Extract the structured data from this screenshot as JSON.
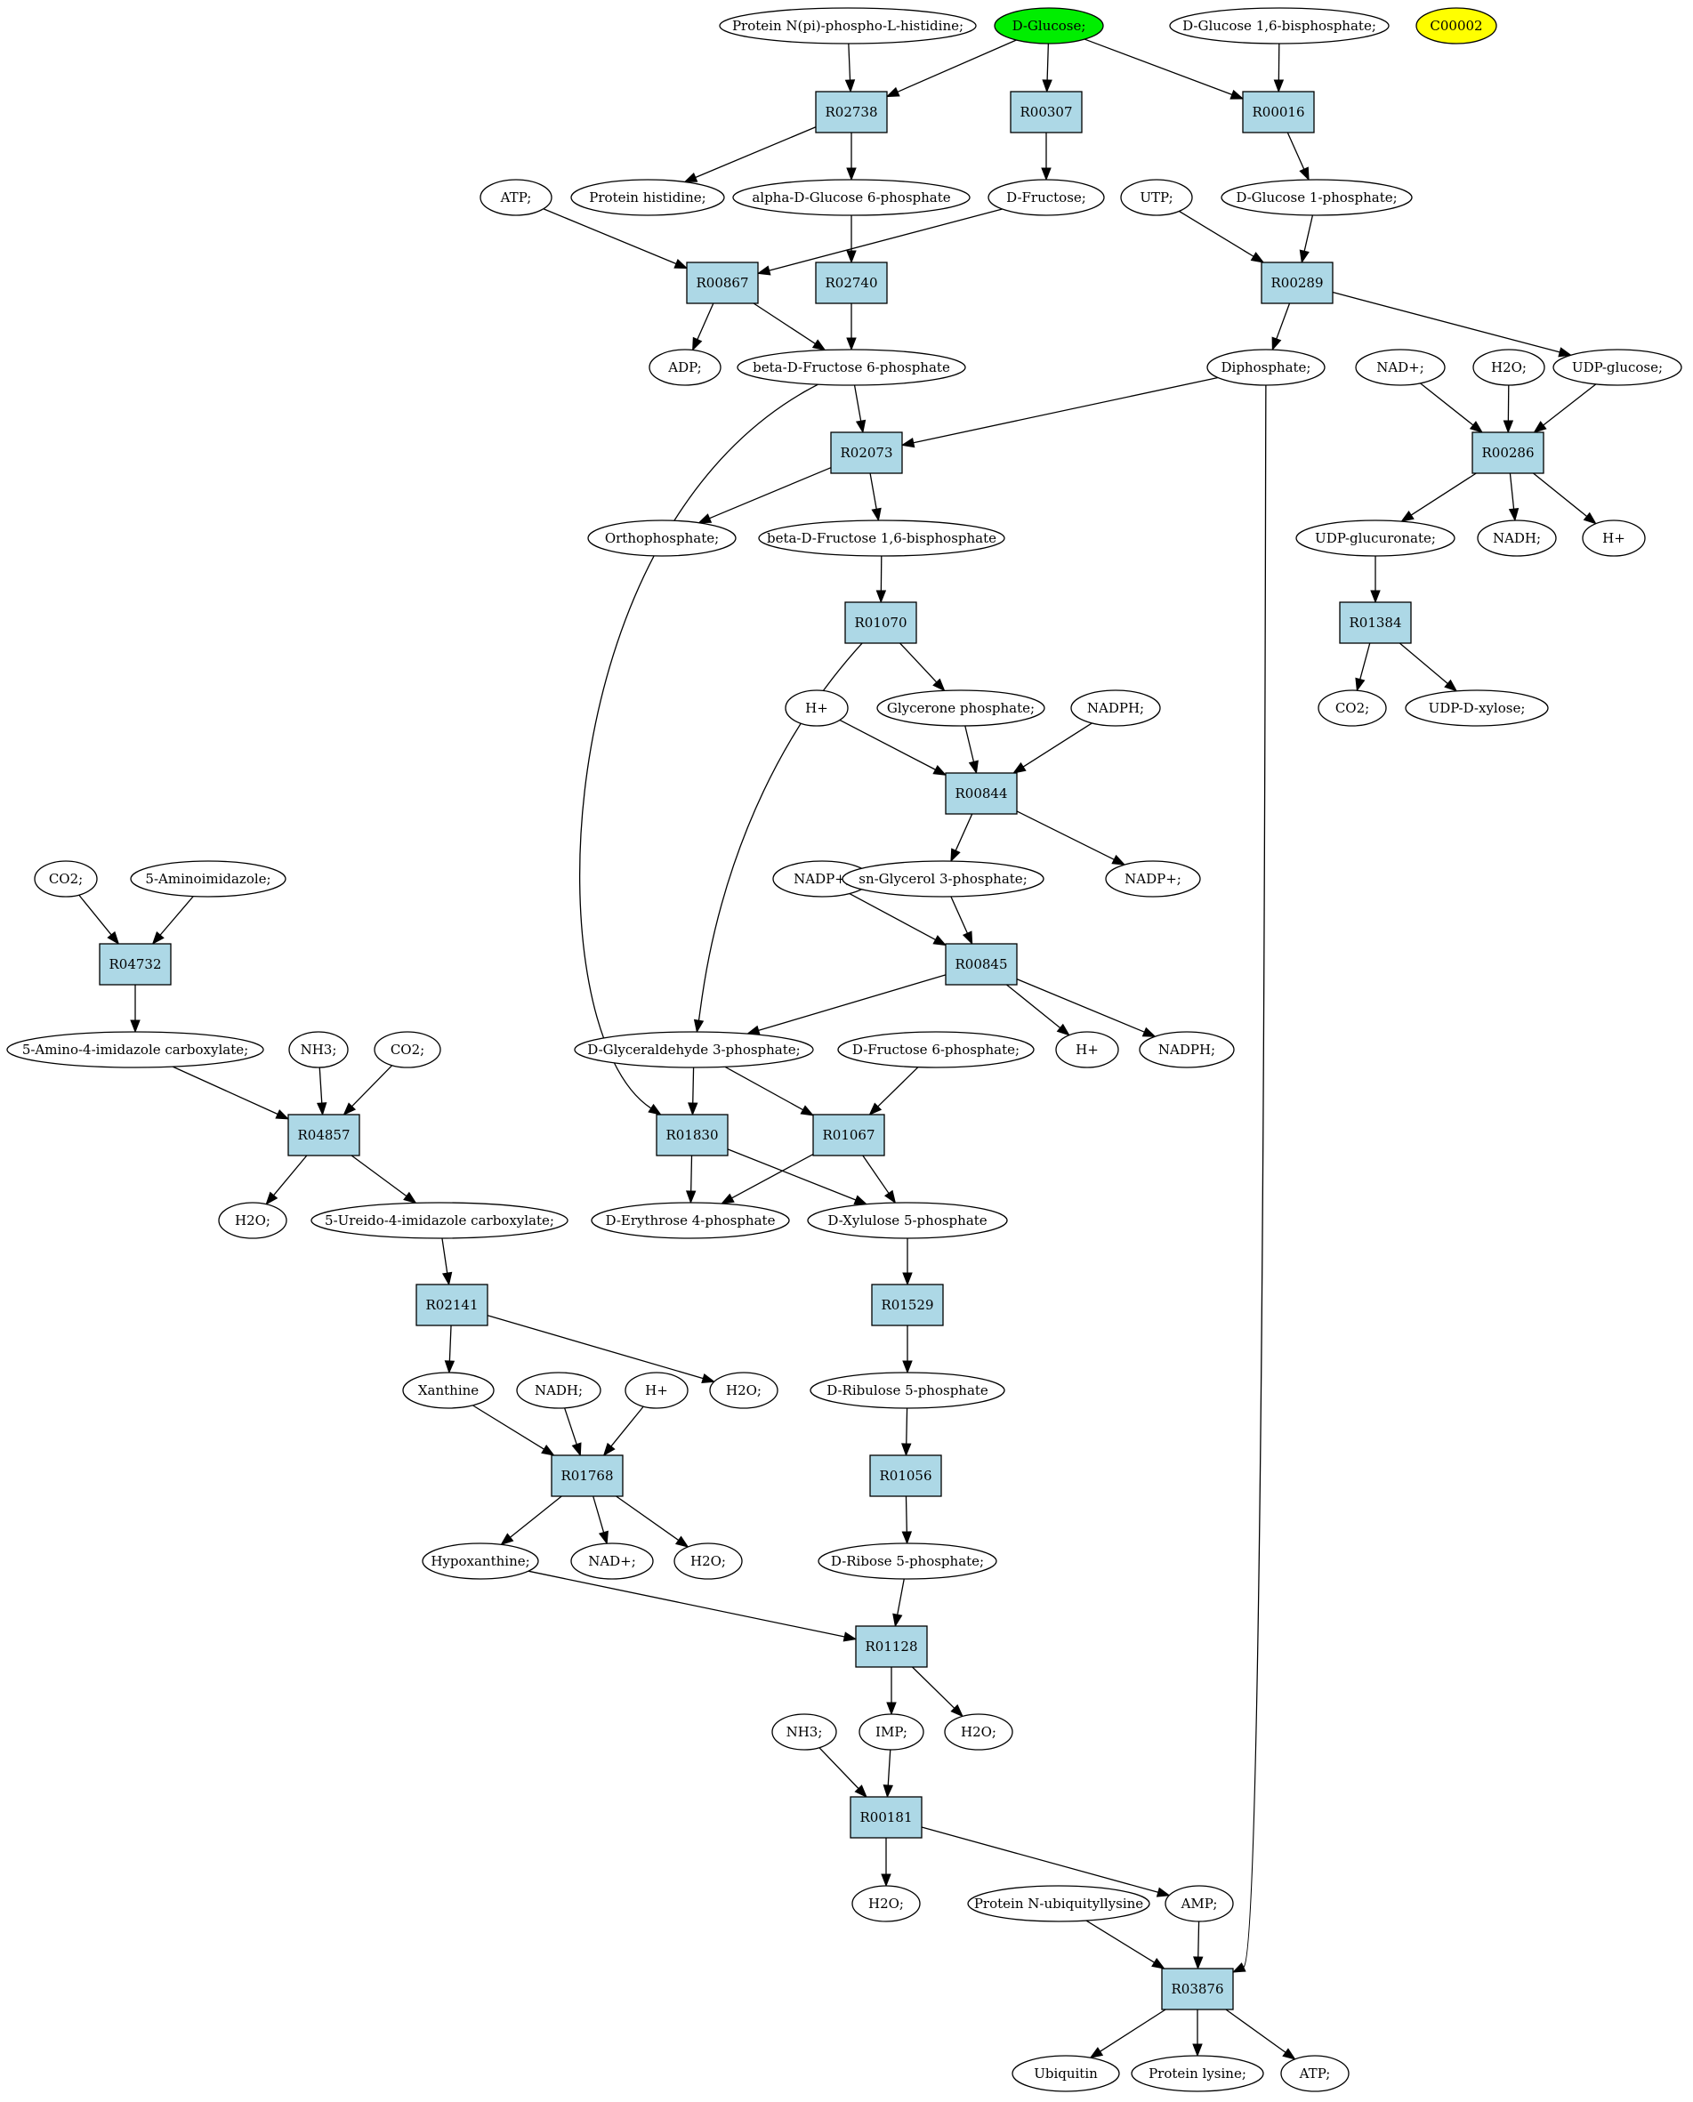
{
  "colors": {
    "reaction_fill": "#add8e6",
    "compound_fill": "#ffffff",
    "highlight_green": "#00ee00",
    "highlight_yellow": "#ffff00",
    "stroke": "#000000"
  },
  "nodes": [
    {
      "id": "n1",
      "type": "compound",
      "label": "Protein N(pi)-phospho-L-histidine;"
    },
    {
      "id": "n2",
      "type": "compound",
      "label": "D-Glucose;",
      "highlight": "green"
    },
    {
      "id": "n3",
      "type": "compound",
      "label": "D-Glucose 1,6-bisphosphate;"
    },
    {
      "id": "n4",
      "type": "compound",
      "label": "C00002",
      "highlight": "yellow"
    },
    {
      "id": "n5",
      "type": "reaction",
      "label": "R02738"
    },
    {
      "id": "n6",
      "type": "reaction",
      "label": "R00307"
    },
    {
      "id": "n7",
      "type": "reaction",
      "label": "R00016"
    },
    {
      "id": "n8",
      "type": "compound",
      "label": "ATP;"
    },
    {
      "id": "n9",
      "type": "compound",
      "label": "Protein histidine;"
    },
    {
      "id": "n10",
      "type": "compound",
      "label": "alpha-D-Glucose 6-phosphate"
    },
    {
      "id": "n11",
      "type": "compound",
      "label": "D-Fructose;"
    },
    {
      "id": "n12",
      "type": "compound",
      "label": "UTP;"
    },
    {
      "id": "n13",
      "type": "compound",
      "label": "D-Glucose 1-phosphate;"
    },
    {
      "id": "n14",
      "type": "reaction",
      "label": "R00867"
    },
    {
      "id": "n15",
      "type": "reaction",
      "label": "R02740"
    },
    {
      "id": "n16",
      "type": "reaction",
      "label": "R00289"
    },
    {
      "id": "n17",
      "type": "compound",
      "label": "ADP;"
    },
    {
      "id": "n18",
      "type": "compound",
      "label": "beta-D-Fructose 6-phosphate"
    },
    {
      "id": "n19",
      "type": "compound",
      "label": "Diphosphate;"
    },
    {
      "id": "n20",
      "type": "compound",
      "label": "NAD+;"
    },
    {
      "id": "n21",
      "type": "compound",
      "label": "H2O;"
    },
    {
      "id": "n22",
      "type": "compound",
      "label": "UDP-glucose;"
    },
    {
      "id": "n23",
      "type": "reaction",
      "label": "R02073"
    },
    {
      "id": "n24",
      "type": "reaction",
      "label": "R00286"
    },
    {
      "id": "n25",
      "type": "compound",
      "label": "Orthophosphate;"
    },
    {
      "id": "n26",
      "type": "compound",
      "label": "beta-D-Fructose 1,6-bisphosphate"
    },
    {
      "id": "n27",
      "type": "compound",
      "label": "UDP-glucuronate;"
    },
    {
      "id": "n28",
      "type": "compound",
      "label": "NADH;"
    },
    {
      "id": "n29",
      "type": "compound",
      "label": "H+"
    },
    {
      "id": "n30",
      "type": "reaction",
      "label": "R01070"
    },
    {
      "id": "n31",
      "type": "reaction",
      "label": "R01384"
    },
    {
      "id": "n32",
      "type": "compound",
      "label": "H+"
    },
    {
      "id": "n33",
      "type": "compound",
      "label": "Glycerone phosphate;"
    },
    {
      "id": "n34",
      "type": "compound",
      "label": "NADPH;"
    },
    {
      "id": "n35",
      "type": "compound",
      "label": "CO2;"
    },
    {
      "id": "n36",
      "type": "compound",
      "label": "UDP-D-xylose;"
    },
    {
      "id": "n37",
      "type": "reaction",
      "label": "R00844"
    },
    {
      "id": "n38",
      "type": "compound",
      "label": "CO2;"
    },
    {
      "id": "n39",
      "type": "compound",
      "label": "5-Aminoimidazole;"
    },
    {
      "id": "n40",
      "type": "compound",
      "label": "NADP+;"
    },
    {
      "id": "n41",
      "type": "compound",
      "label": "sn-Glycerol 3-phosphate;"
    },
    {
      "id": "n42",
      "type": "compound",
      "label": "NADP+;"
    },
    {
      "id": "n43",
      "type": "reaction",
      "label": "R04732"
    },
    {
      "id": "n44",
      "type": "reaction",
      "label": "R00845"
    },
    {
      "id": "n45",
      "type": "compound",
      "label": "5-Amino-4-imidazole carboxylate;"
    },
    {
      "id": "n46",
      "type": "compound",
      "label": "NH3;"
    },
    {
      "id": "n47",
      "type": "compound",
      "label": "CO2;"
    },
    {
      "id": "n48",
      "type": "compound",
      "label": "D-Glyceraldehyde 3-phosphate;"
    },
    {
      "id": "n49",
      "type": "compound",
      "label": "D-Fructose 6-phosphate;"
    },
    {
      "id": "n50",
      "type": "compound",
      "label": "H+"
    },
    {
      "id": "n51",
      "type": "compound",
      "label": "NADPH;"
    },
    {
      "id": "n52",
      "type": "reaction",
      "label": "R04857"
    },
    {
      "id": "n53",
      "type": "reaction",
      "label": "R01830"
    },
    {
      "id": "n54",
      "type": "reaction",
      "label": "R01067"
    },
    {
      "id": "n55",
      "type": "compound",
      "label": "H2O;"
    },
    {
      "id": "n56",
      "type": "compound",
      "label": "5-Ureido-4-imidazole carboxylate;"
    },
    {
      "id": "n57",
      "type": "compound",
      "label": "D-Erythrose 4-phosphate"
    },
    {
      "id": "n58",
      "type": "compound",
      "label": "D-Xylulose 5-phosphate"
    },
    {
      "id": "n59",
      "type": "reaction",
      "label": "R02141"
    },
    {
      "id": "n60",
      "type": "reaction",
      "label": "R01529"
    },
    {
      "id": "n61",
      "type": "compound",
      "label": "Xanthine"
    },
    {
      "id": "n62",
      "type": "compound",
      "label": "NADH;"
    },
    {
      "id": "n63",
      "type": "compound",
      "label": "H+"
    },
    {
      "id": "n64",
      "type": "compound",
      "label": "H2O;"
    },
    {
      "id": "n65",
      "type": "compound",
      "label": "D-Ribulose 5-phosphate"
    },
    {
      "id": "n66",
      "type": "reaction",
      "label": "R01768"
    },
    {
      "id": "n67",
      "type": "reaction",
      "label": "R01056"
    },
    {
      "id": "n68",
      "type": "compound",
      "label": "Hypoxanthine;"
    },
    {
      "id": "n69",
      "type": "compound",
      "label": "NAD+;"
    },
    {
      "id": "n70",
      "type": "compound",
      "label": "H2O;"
    },
    {
      "id": "n71",
      "type": "compound",
      "label": "D-Ribose 5-phosphate;"
    },
    {
      "id": "n72",
      "type": "reaction",
      "label": "R01128"
    },
    {
      "id": "n73",
      "type": "compound",
      "label": "NH3;"
    },
    {
      "id": "n74",
      "type": "compound",
      "label": "IMP;"
    },
    {
      "id": "n75",
      "type": "compound",
      "label": "H2O;"
    },
    {
      "id": "n76",
      "type": "reaction",
      "label": "R00181"
    },
    {
      "id": "n77",
      "type": "compound",
      "label": "H2O;"
    },
    {
      "id": "n78",
      "type": "compound",
      "label": "Protein N-ubiquityllysine"
    },
    {
      "id": "n79",
      "type": "compound",
      "label": "AMP;"
    },
    {
      "id": "n80",
      "type": "reaction",
      "label": "R03876"
    },
    {
      "id": "n81",
      "type": "compound",
      "label": "Ubiquitin"
    },
    {
      "id": "n82",
      "type": "compound",
      "label": "Protein lysine;"
    },
    {
      "id": "n83",
      "type": "compound",
      "label": "ATP;"
    }
  ],
  "edges": [
    [
      "n1",
      "n5"
    ],
    [
      "n2",
      "n5"
    ],
    [
      "n2",
      "n6"
    ],
    [
      "n2",
      "n7"
    ],
    [
      "n3",
      "n7"
    ],
    [
      "n5",
      "n9"
    ],
    [
      "n5",
      "n10"
    ],
    [
      "n6",
      "n11"
    ],
    [
      "n7",
      "n13"
    ],
    [
      "n8",
      "n14"
    ],
    [
      "n11",
      "n14"
    ],
    [
      "n10",
      "n15"
    ],
    [
      "n12",
      "n16"
    ],
    [
      "n13",
      "n16"
    ],
    [
      "n14",
      "n17"
    ],
    [
      "n14",
      "n18"
    ],
    [
      "n15",
      "n18"
    ],
    [
      "n16",
      "n19"
    ],
    [
      "n16",
      "n22"
    ],
    [
      "n18",
      "n23"
    ],
    [
      "n19",
      "n23"
    ],
    [
      "n20",
      "n24"
    ],
    [
      "n21",
      "n24"
    ],
    [
      "n22",
      "n24"
    ],
    [
      "n23",
      "n25"
    ],
    [
      "n23",
      "n26"
    ],
    [
      "n24",
      "n27"
    ],
    [
      "n24",
      "n28"
    ],
    [
      "n24",
      "n29"
    ],
    [
      "n26",
      "n30"
    ],
    [
      "n27",
      "n31"
    ],
    [
      "n30",
      "n33"
    ],
    [
      "n31",
      "n35"
    ],
    [
      "n31",
      "n36"
    ],
    [
      "n32",
      "n37"
    ],
    [
      "n33",
      "n37"
    ],
    [
      "n34",
      "n37"
    ],
    [
      "n37",
      "n41"
    ],
    [
      "n37",
      "n42"
    ],
    [
      "n38",
      "n43"
    ],
    [
      "n39",
      "n43"
    ],
    [
      "n40",
      "n44"
    ],
    [
      "n41",
      "n44"
    ],
    [
      "n43",
      "n45"
    ],
    [
      "n44",
      "n48"
    ],
    [
      "n44",
      "n50"
    ],
    [
      "n44",
      "n51"
    ],
    [
      "n30",
      "n48"
    ],
    [
      "n45",
      "n52"
    ],
    [
      "n46",
      "n52"
    ],
    [
      "n47",
      "n52"
    ],
    [
      "n48",
      "n53"
    ],
    [
      "n18",
      "n53"
    ],
    [
      "n48",
      "n54"
    ],
    [
      "n49",
      "n54"
    ],
    [
      "n52",
      "n55"
    ],
    [
      "n52",
      "n56"
    ],
    [
      "n53",
      "n57"
    ],
    [
      "n53",
      "n58"
    ],
    [
      "n54",
      "n57"
    ],
    [
      "n54",
      "n58"
    ],
    [
      "n56",
      "n59"
    ],
    [
      "n58",
      "n60"
    ],
    [
      "n59",
      "n61"
    ],
    [
      "n59",
      "n64"
    ],
    [
      "n60",
      "n65"
    ],
    [
      "n61",
      "n66"
    ],
    [
      "n62",
      "n66"
    ],
    [
      "n63",
      "n66"
    ],
    [
      "n65",
      "n67"
    ],
    [
      "n66",
      "n68"
    ],
    [
      "n66",
      "n69"
    ],
    [
      "n66",
      "n70"
    ],
    [
      "n67",
      "n71"
    ],
    [
      "n68",
      "n72"
    ],
    [
      "n71",
      "n72"
    ],
    [
      "n72",
      "n74"
    ],
    [
      "n72",
      "n75"
    ],
    [
      "n73",
      "n76"
    ],
    [
      "n74",
      "n76"
    ],
    [
      "n76",
      "n77"
    ],
    [
      "n76",
      "n79"
    ],
    [
      "n78",
      "n80"
    ],
    [
      "n79",
      "n80"
    ],
    [
      "n19",
      "n80"
    ],
    [
      "n80",
      "n81"
    ],
    [
      "n80",
      "n82"
    ],
    [
      "n80",
      "n83"
    ]
  ]
}
